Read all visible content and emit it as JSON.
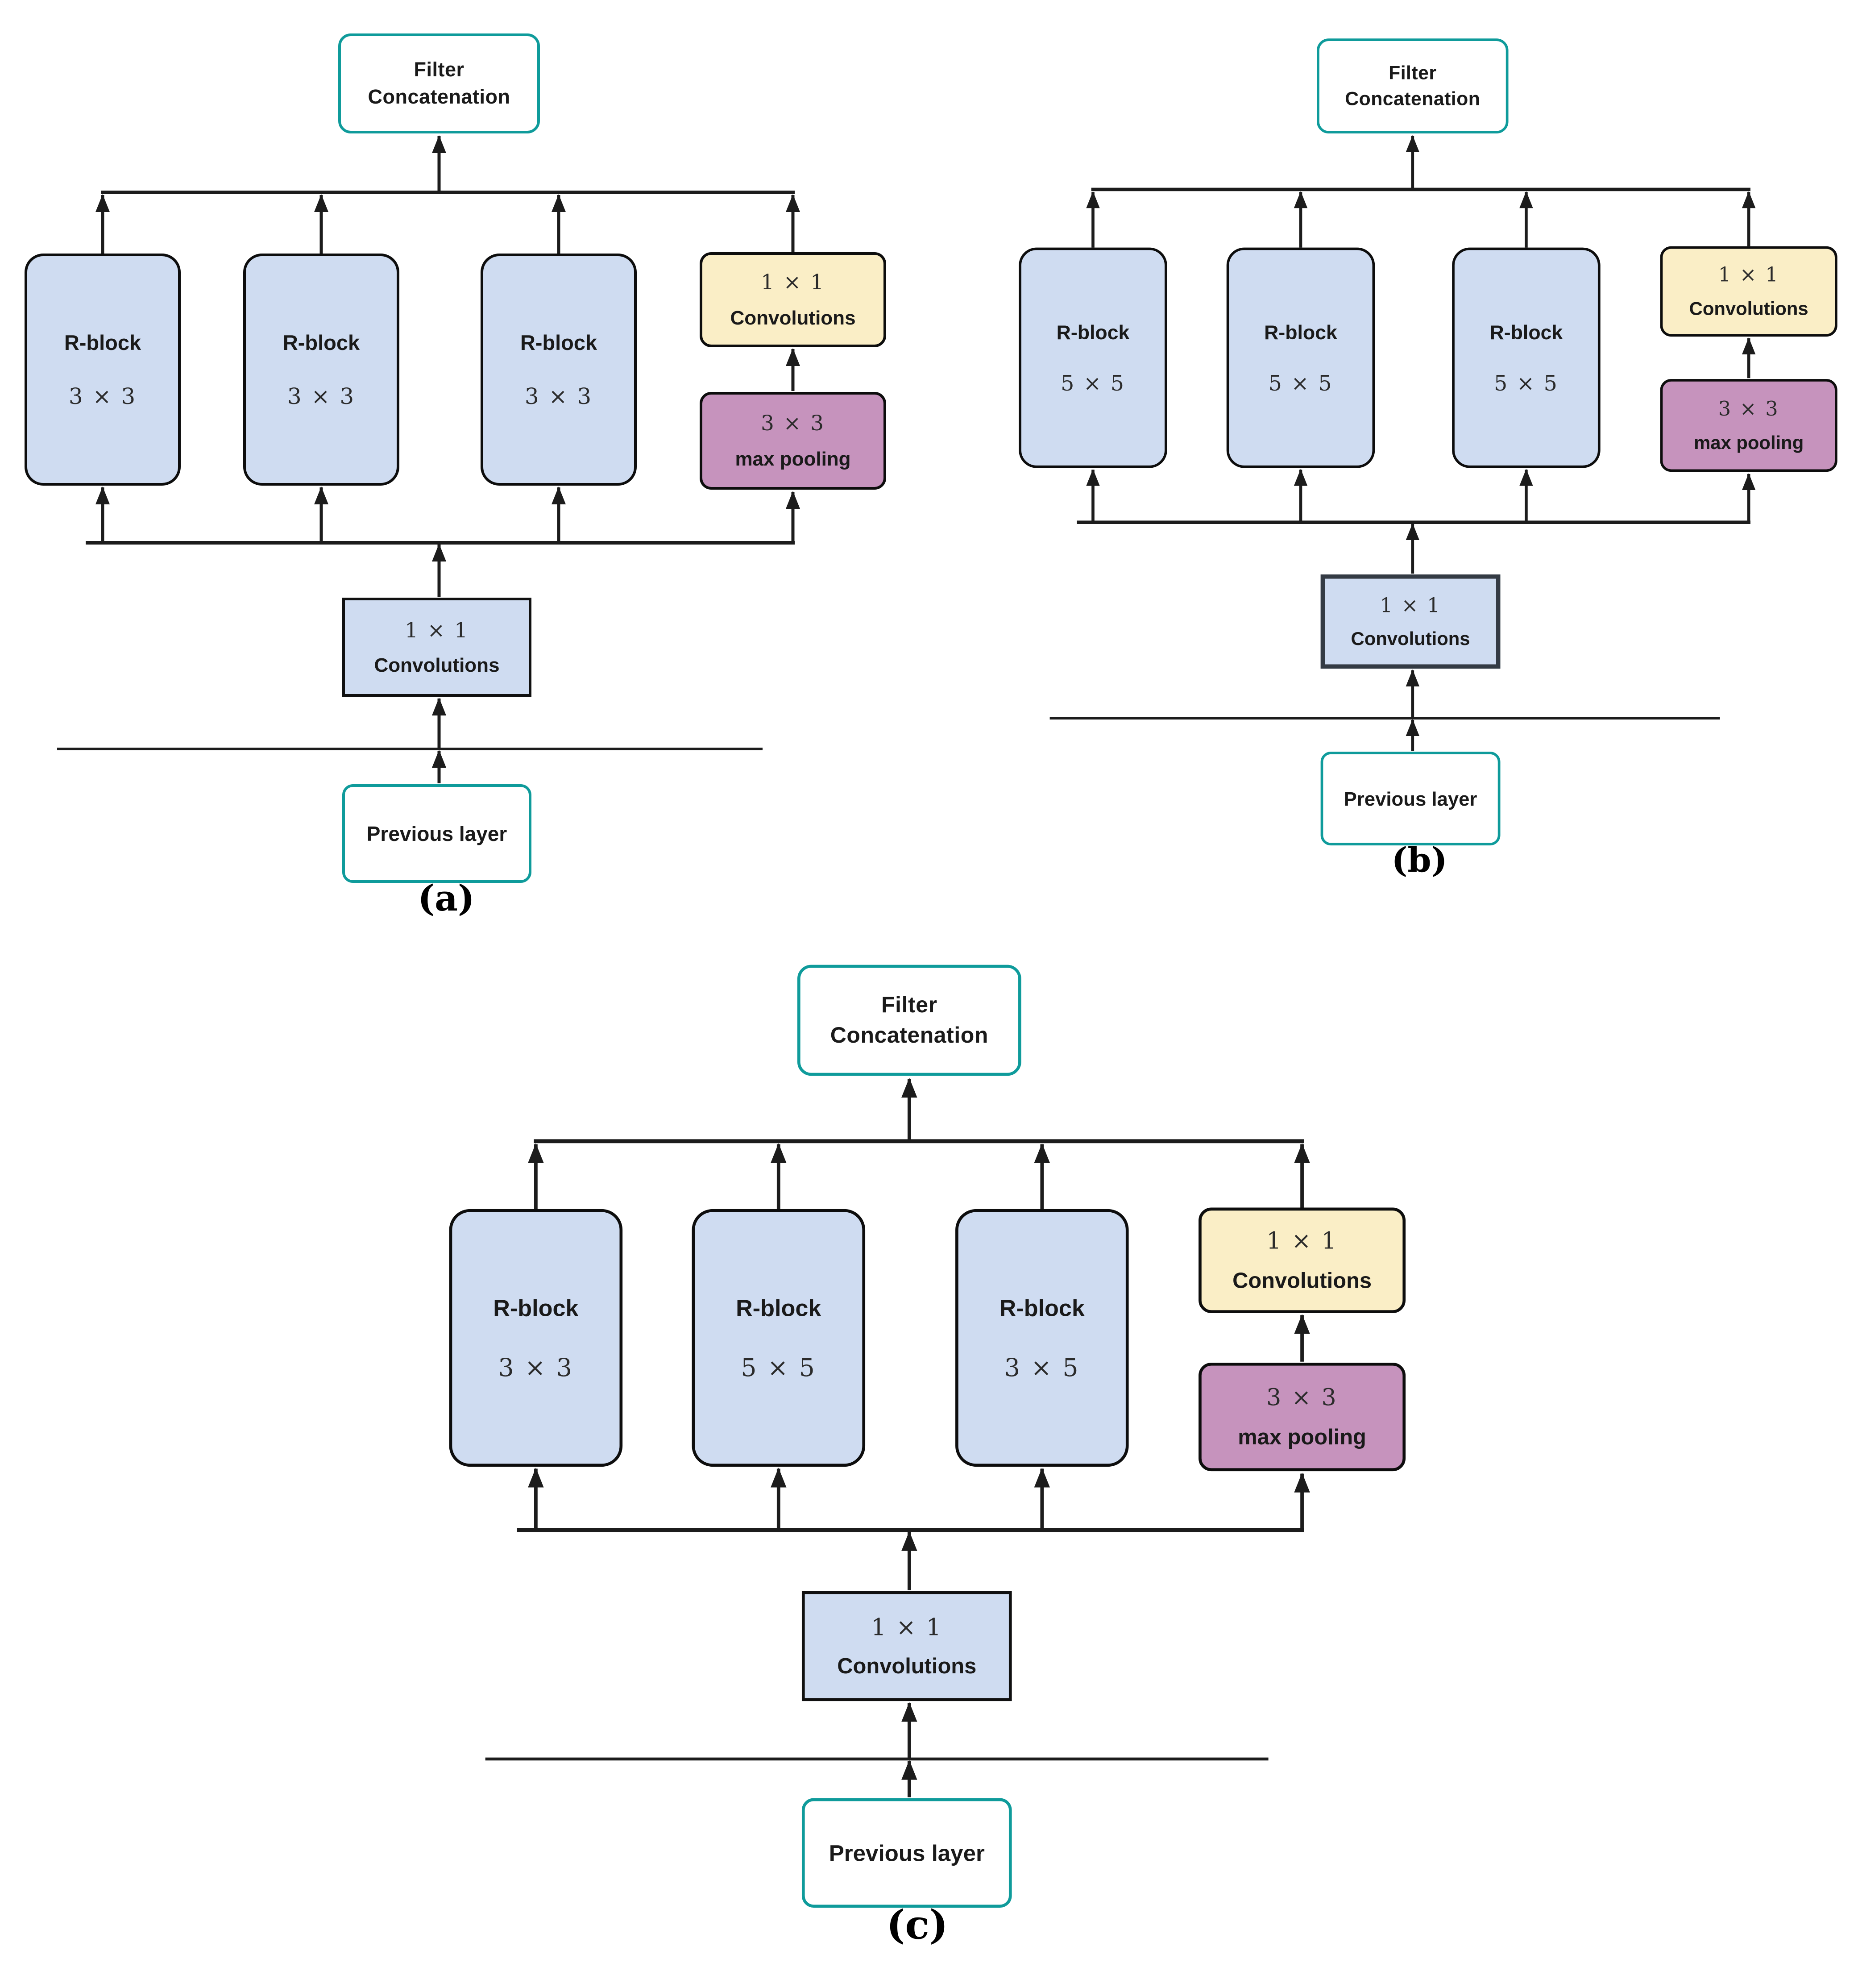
{
  "figure": {
    "colors": {
      "teal": "#0f9b9b",
      "blue": "#cfdcf1",
      "yellow": "#faeec6",
      "purple": "#c693bd",
      "line": "#1c1c1c"
    },
    "panels": [
      {
        "caption": "(a)",
        "filter_concat": {
          "line1": "Filter",
          "line2": "Concatenation"
        },
        "branches": [
          {
            "title": "R-block",
            "kernel": "3 × 3"
          },
          {
            "title": "R-block",
            "kernel": "3 × 3"
          },
          {
            "title": "R-block",
            "kernel": "3 × 3"
          }
        ],
        "conv_branch": {
          "kernel": "1 × 1",
          "label": "Convolutions"
        },
        "pool": {
          "kernel": "3 × 3",
          "label": "max pooling"
        },
        "input_conv": {
          "kernel": "1 × 1",
          "label": "Convolutions"
        },
        "previous_layer": "Previous layer"
      },
      {
        "caption": "(b)",
        "filter_concat": {
          "line1": "Filter",
          "line2": "Concatenation"
        },
        "branches": [
          {
            "title": "R-block",
            "kernel": "5 × 5"
          },
          {
            "title": "R-block",
            "kernel": "5 × 5"
          },
          {
            "title": "R-block",
            "kernel": "5 × 5"
          }
        ],
        "conv_branch": {
          "kernel": "1 × 1",
          "label": "Convolutions"
        },
        "pool": {
          "kernel": "3 × 3",
          "label": "max pooling"
        },
        "input_conv": {
          "kernel": "1 × 1",
          "label": "Convolutions"
        },
        "previous_layer": "Previous layer"
      },
      {
        "caption": "(c)",
        "filter_concat": {
          "line1": "Filter",
          "line2": "Concatenation"
        },
        "branches": [
          {
            "title": "R-block",
            "kernel": "3 × 3"
          },
          {
            "title": "R-block",
            "kernel": "5 × 5"
          },
          {
            "title": "R-block",
            "kernel": "3 × 5"
          }
        ],
        "conv_branch": {
          "kernel": "1 × 1",
          "label": "Convolutions"
        },
        "pool": {
          "kernel": "3 × 3",
          "label": "max pooling"
        },
        "input_conv": {
          "kernel": "1 × 1",
          "label": "Convolutions"
        },
        "previous_layer": "Previous layer"
      }
    ]
  }
}
